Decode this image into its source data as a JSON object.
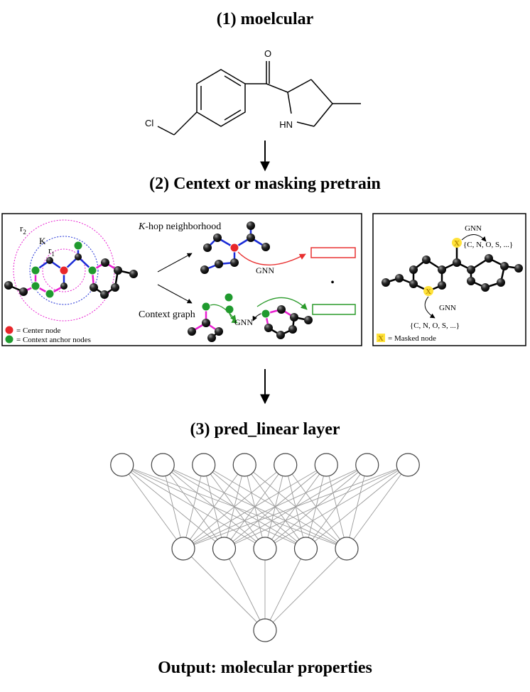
{
  "titles": {
    "step1": "(1) moelcular",
    "step2": "(2) Centext or masking pretrain",
    "step3": "(3) pred_linear layer",
    "output": "Output: molecular properties"
  },
  "molecule": {
    "atom_o": "O",
    "atom_cl": "Cl",
    "atom_hn": "HN"
  },
  "context_panel": {
    "label_r2": "r",
    "label_r2_sub": "2",
    "label_r1": "r",
    "label_r1_sub": "1",
    "label_k": "K",
    "k_hop_k": "K",
    "k_hop_rest": "-hop neighborhood",
    "gnn_top": "GNN",
    "context_graph": "Context graph",
    "gnn_bottom": "GNN",
    "legend_center": "= Center node",
    "legend_anchor": "= Context anchor nodes",
    "dot": "•"
  },
  "masking_panel": {
    "gnn_top": "GNN",
    "set_top": "{C, N, O, S, ...}",
    "gnn_bottom": "GNN",
    "set_bottom": "{C, N, O, S, ...}",
    "mask_symbol": "X",
    "legend_masked": "= Masked node"
  },
  "network": {
    "layers": [
      8,
      5,
      1
    ]
  },
  "colors": {
    "center_node": "#e8262a",
    "anchor_node": "#1f9a2e",
    "magenta_edge": "#e81fd0",
    "blue_edge": "#1a2bd6",
    "red_box": "#e83030",
    "green_box": "#2a9a2a",
    "mask_yellow": "#ffe23a"
  }
}
